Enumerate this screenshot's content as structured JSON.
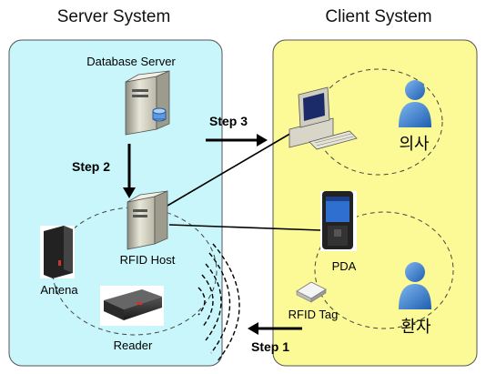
{
  "titles": {
    "server": "Server System",
    "client": "Client System"
  },
  "labels": {
    "database_server": "Database Server",
    "rfid_host": "RFID Host",
    "antena": "Antena",
    "reader": "Reader",
    "pda": "PDA",
    "rfid_tag": "RFID Tag",
    "doctor": "의사",
    "patient": "환자"
  },
  "steps": {
    "step1": "Step 1",
    "step2": "Step 2",
    "step3": "Step 3"
  },
  "colors": {
    "server_panel": "#c8f6fb",
    "client_panel": "#fcfa96",
    "person_blue": "#2f7fd6"
  },
  "icons": {
    "database": "server-tower-icon",
    "host": "server-tower-icon",
    "antenna": "antenna-panel-icon",
    "reader": "rfid-reader-icon",
    "computer": "desktop-computer-icon",
    "pda": "pda-device-icon",
    "tag": "rfid-tag-icon",
    "person": "person-icon"
  }
}
